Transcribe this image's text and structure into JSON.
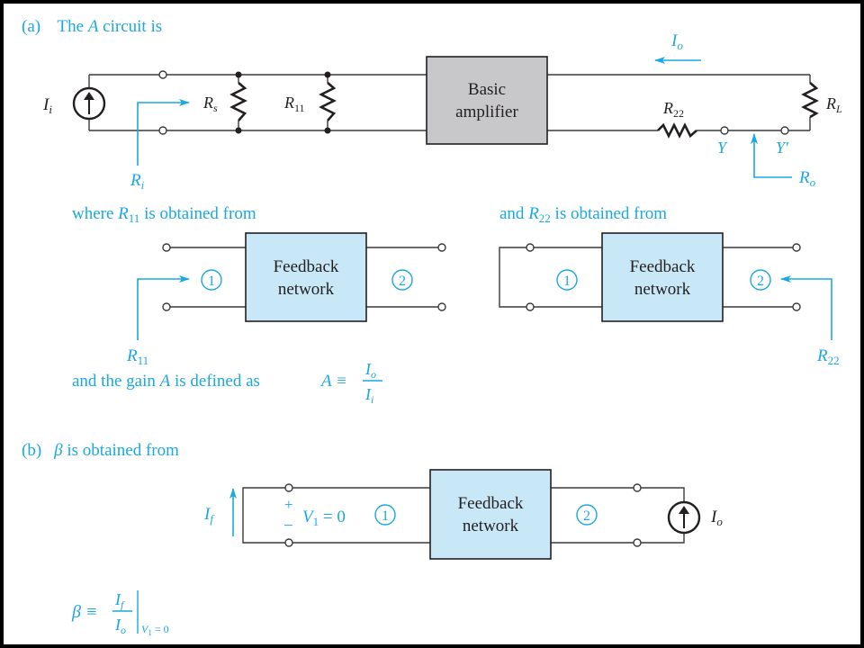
{
  "part_a": {
    "label": "(a)",
    "heading_prefix": "The ",
    "heading_var": "A",
    "heading_suffix": " circuit is",
    "source_label": "I",
    "source_sub": "i",
    "rs_label": "R",
    "rs_sub": "s",
    "r11_label": "R",
    "r11_sub": "11",
    "basic_amp_line1": "Basic",
    "basic_amp_line2": "amplifier",
    "io_label": "I",
    "io_sub": "o",
    "r22_label": "R",
    "r22_sub": "22",
    "rl_label": "R",
    "rl_sub": "L",
    "ri_label": "R",
    "ri_sub": "i",
    "y_label": "Y",
    "yp_label": "Y′",
    "ro_label": "R",
    "ro_sub": "o"
  },
  "r11_sub": {
    "text_prefix": "where ",
    "var": "R",
    "sub": "11",
    "text_suffix": " is obtained from",
    "fb_line1": "Feedback",
    "fb_line2": "network",
    "port1": "1",
    "port2": "2",
    "arrow_label": "R",
    "arrow_sub": "11"
  },
  "r22_sub": {
    "text_prefix": "and ",
    "var": "R",
    "sub": "22",
    "text_suffix": " is obtained from",
    "fb_line1": "Feedback",
    "fb_line2": "network",
    "port1": "1",
    "port2": "2",
    "arrow_label": "R",
    "arrow_sub": "22"
  },
  "gain_def": {
    "text_prefix": "and the gain ",
    "var": "A",
    "text_suffix": " is defined as",
    "lhs": "A ≡",
    "num": "I",
    "num_sub": "o",
    "den": "I",
    "den_sub": "i"
  },
  "part_b": {
    "label": "(b)",
    "beta": "β",
    "heading_suffix": " is obtained from",
    "if_label": "I",
    "if_sub": "f",
    "plus": "+",
    "minus": "−",
    "v1_label": "V",
    "v1_sub": "1",
    "v1_eq": " = 0",
    "port1": "1",
    "fb_line1": "Feedback",
    "fb_line2": "network",
    "port2": "2",
    "io_label": "I",
    "io_sub": "o"
  },
  "beta_def": {
    "lhs": "β ≡",
    "num": "I",
    "num_sub": "f",
    "den": "I",
    "den_sub": "o",
    "cond_var": "V",
    "cond_sub": "1",
    "cond_eq": " = 0"
  },
  "colors": {
    "accent": "#1aa9e0",
    "feedback_fill": "#c9e8f7",
    "amplifier_fill": "#c8c8ca",
    "ink": "#231f20"
  }
}
